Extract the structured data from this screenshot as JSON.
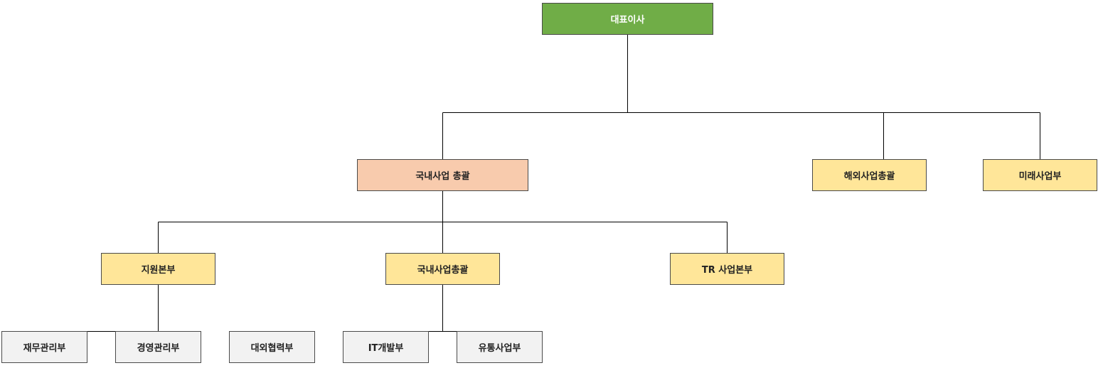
{
  "colors": {
    "ceo_fill": "#70ad47",
    "division_head_fill": "#f8cbad",
    "division_fill": "#ffe699",
    "department_fill": "#f2f2f2",
    "line": "#000000"
  },
  "org_chart": {
    "ceo": {
      "label": "대표이사"
    },
    "level1": [
      {
        "label": "국내사업 총괄"
      },
      {
        "label": "해외사업총괄"
      },
      {
        "label": "미래사업부"
      }
    ],
    "level2": [
      {
        "label": "지원본부"
      },
      {
        "label": "국내사업총괄"
      },
      {
        "label": "TR 사업본부"
      }
    ],
    "level3": [
      {
        "label": "재무관리부"
      },
      {
        "label": "경영관리부"
      },
      {
        "label": "대외협력부"
      },
      {
        "label": "IT개발부"
      },
      {
        "label": "유통사업부"
      }
    ]
  }
}
